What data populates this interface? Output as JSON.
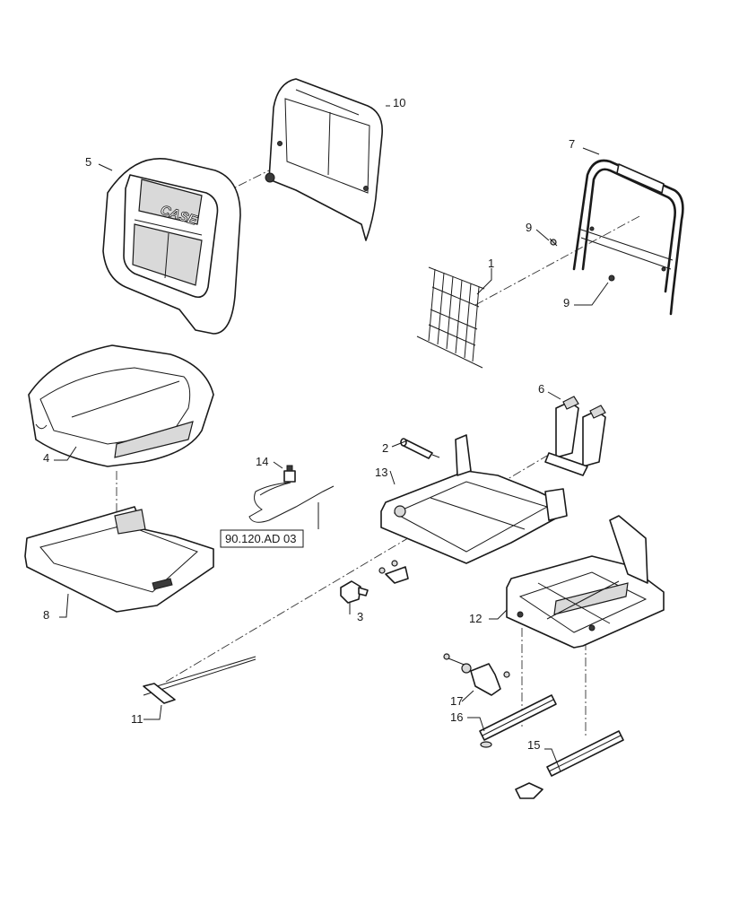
{
  "diagram": {
    "brand_text": "CASE",
    "reference_link": "90.120.AD 03",
    "callouts": [
      {
        "key": "c1",
        "label": "1"
      },
      {
        "key": "c2",
        "label": "2"
      },
      {
        "key": "c3",
        "label": "3"
      },
      {
        "key": "c4",
        "label": "4"
      },
      {
        "key": "c5",
        "label": "5"
      },
      {
        "key": "c6",
        "label": "6"
      },
      {
        "key": "c7",
        "label": "7"
      },
      {
        "key": "c8",
        "label": "8"
      },
      {
        "key": "c9a",
        "label": "9"
      },
      {
        "key": "c9b",
        "label": "9"
      },
      {
        "key": "c10",
        "label": "10"
      },
      {
        "key": "c11",
        "label": "11"
      },
      {
        "key": "c12",
        "label": "12"
      },
      {
        "key": "c13",
        "label": "13"
      },
      {
        "key": "c14",
        "label": "14"
      },
      {
        "key": "c15",
        "label": "15"
      },
      {
        "key": "c16",
        "label": "16"
      },
      {
        "key": "c17",
        "label": "17"
      }
    ]
  }
}
